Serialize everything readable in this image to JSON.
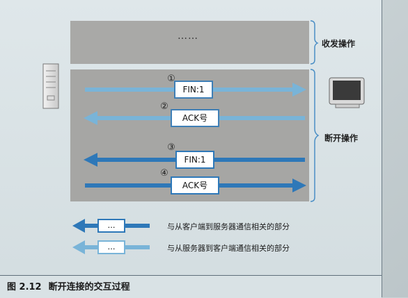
{
  "diagram": {
    "top_band_text": "……",
    "send_receive_label": "收发操作",
    "disconnect_label": "断开操作",
    "messages": [
      {
        "step": "①",
        "label": "FIN:1"
      },
      {
        "step": "②",
        "label": "ACK号"
      },
      {
        "step": "③",
        "label": "FIN:1"
      },
      {
        "step": "④",
        "label": "ACK号"
      }
    ],
    "legend": [
      {
        "box": "…",
        "text": "与从客户端到服务器通信相关的部分"
      },
      {
        "box": "…",
        "text": "与从服务器到客户端通信相关的部分"
      }
    ],
    "colors": {
      "dark_blue": "#2e78b8",
      "light_blue": "#79b4d8",
      "band_gray": "#a6a6a4"
    },
    "icons": [
      "server-icon",
      "monitor-icon"
    ]
  },
  "caption": {
    "number": "图 2.12",
    "title": "断开连接的交互过程"
  }
}
